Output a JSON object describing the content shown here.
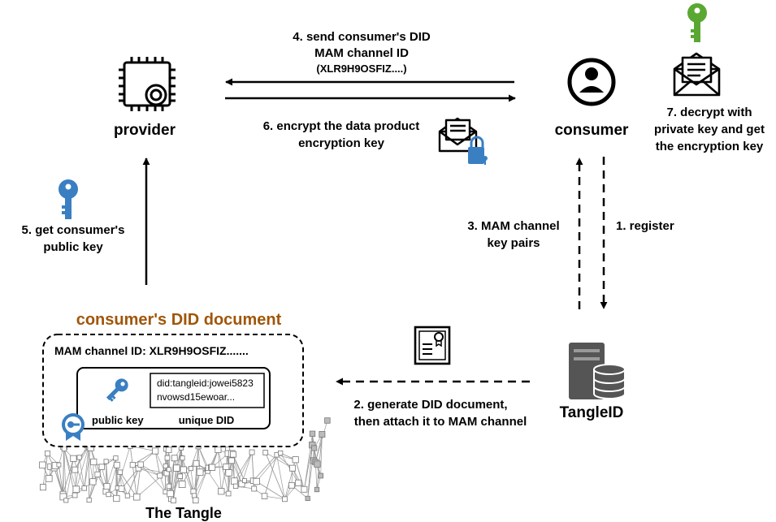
{
  "nodes": {
    "provider": "provider",
    "consumer": "consumer",
    "tangleid": "TangleID",
    "tangle": "The Tangle"
  },
  "steps": {
    "step1": "1. register",
    "step2_line1": "2. generate DID document,",
    "step2_line2": "then attach it to MAM channel",
    "step3_line1": "3. MAM channel",
    "step3_line2": "key pairs",
    "step4_line1": "4. send consumer's DID",
    "step4_line2": "MAM channel ID",
    "step4_line3": "(XLR9H9OSFIZ....)",
    "step5_line1": "5. get consumer's",
    "step5_line2": "public key",
    "step6_line1": "6. encrypt the data product",
    "step6_line2": "encryption key",
    "step7_line1": "7. decrypt with",
    "step7_line2": "private key and get",
    "step7_line3": "the encryption key"
  },
  "did_document": {
    "title": "consumer's DID document",
    "mam_channel": "MAM channel ID: XLR9H9OSFIZ.......",
    "did_line1": "did:tangleid:jowei5823",
    "did_line2": "nvowsd15ewoar...",
    "public_key_label": "public key",
    "unique_did_label": "unique DID"
  },
  "colors": {
    "title_brown": "#a0560a",
    "key_blue": "#3a7fc2",
    "key_green": "#5aa832",
    "ink": "#000000"
  },
  "icons": [
    "cpu-chip-icon",
    "user-circle-icon",
    "green-key-icon",
    "envelope-icon",
    "locked-envelope-icon",
    "blue-key-icon",
    "certificate-icon",
    "server-database-icon",
    "badge-icon"
  ]
}
